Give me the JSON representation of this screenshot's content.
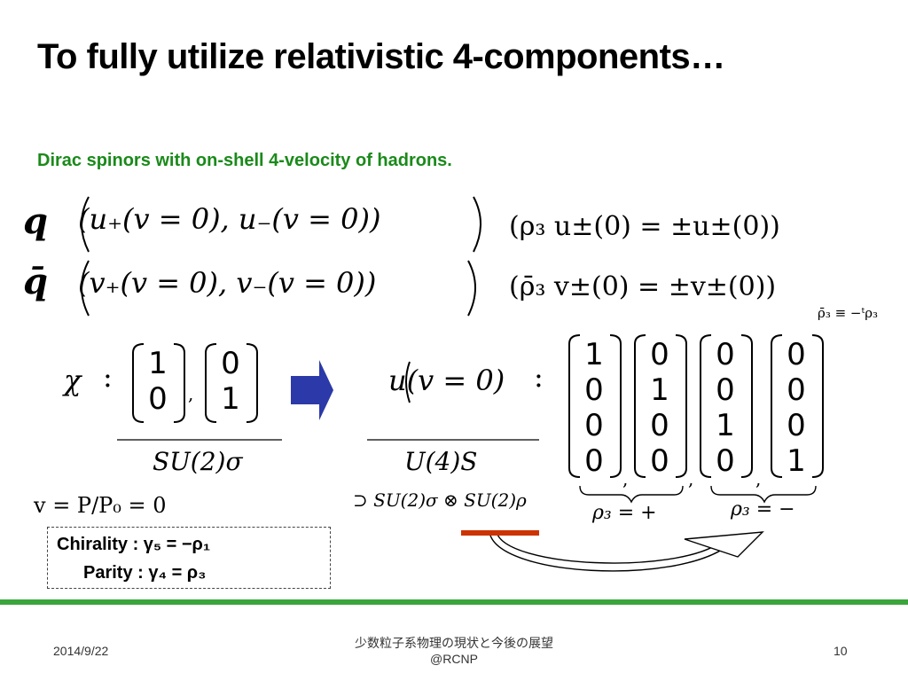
{
  "slide": {
    "title": "To fully utilize relativistic 4-components…",
    "subtitle": "Dirac spinors with on-shell 4-velocity of hadrons."
  },
  "rows": {
    "q_label": "q",
    "q_formula": "(u₊(v = 0), u₋(v = 0))",
    "q_note": "(ρ₃ u±(0) = ±u±(0))",
    "qbar_label": "q̄",
    "qbar_formula": "(v₊(v = 0), v₋(v = 0))",
    "qbar_note": "(ρ̄₃ v±(0) = ±v±(0))",
    "rho_def": "ρ̄₃ ≡ −ᵗρ₃"
  },
  "chi": {
    "label": "χ",
    "colon": ":",
    "vec1": [
      "1",
      "0"
    ],
    "vec2": [
      "0",
      "1"
    ],
    "comma": ",",
    "group": "SU(2)σ",
    "velocity": "v = P/P₀ = 0"
  },
  "u_block": {
    "label": "u(v = 0)",
    "colon": ":",
    "vecs": [
      [
        "1",
        "0",
        "0",
        "0"
      ],
      [
        "0",
        "1",
        "0",
        "0"
      ],
      [
        "0",
        "0",
        "1",
        "0"
      ],
      [
        "0",
        "0",
        "0",
        "1"
      ]
    ],
    "commas": [
      ",",
      ",",
      ","
    ],
    "group": "U(4)S",
    "subgroup": "⊃ SU(2)σ ⊗ SU(2)ρ",
    "rho_plus": "ρ₃ = +",
    "rho_minus": "ρ₃ = −"
  },
  "chirality": {
    "line1": "Chirality : γ₅ = −ρ₁",
    "line2": "Parity : γ₄ = ρ₃"
  },
  "footer": {
    "date": "2014/9/22",
    "center_line1": "少数粒子系物理の現状と今後の展望",
    "center_line2": "@RCNP",
    "page": "10"
  },
  "colors": {
    "subtitle": "#1a8a1a",
    "arrow_fill": "#2b3aa8",
    "footer_bar": "#3aa53a",
    "underline_mark": "#cc3300"
  }
}
